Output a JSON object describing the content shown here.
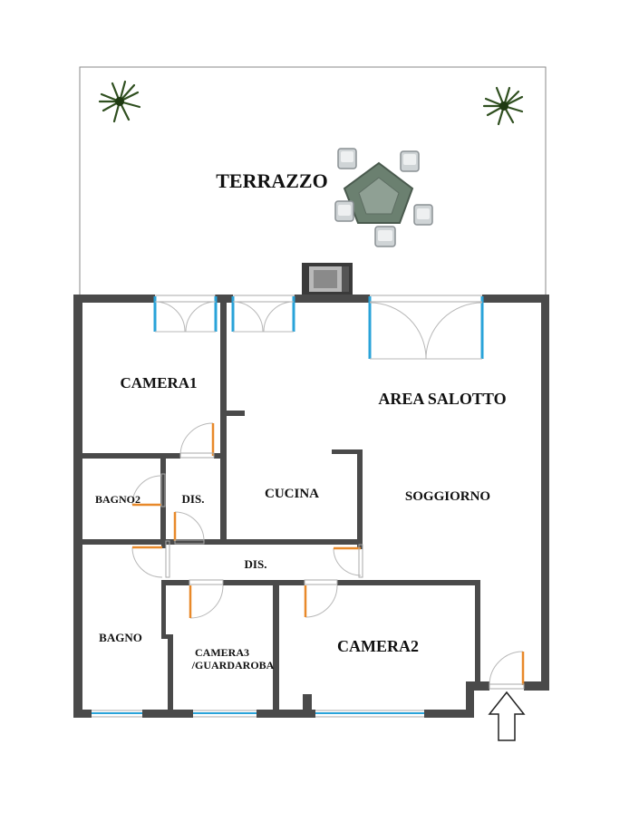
{
  "rooms": {
    "terrazzo": "TERRAZZO",
    "camera1": "CAMERA1",
    "area_salotto": "AREA SALOTTO",
    "cucina": "CUCINA",
    "soggiorno": "SOGGIORNO",
    "bagno2": "BAGNO2",
    "dis_upper": "DIS.",
    "dis_lower": "DIS.",
    "bagno": "BAGNO",
    "camera3_line1": "CAMERA3",
    "camera3_line2": "/GUARDAROBA",
    "camera2": "CAMERA2"
  },
  "colors": {
    "wall": "#4a4a4a",
    "window": "#29a3d9",
    "door": "#e8892a",
    "door_arc": "#b8b8b8",
    "terrace_line": "#888888"
  },
  "icons": {
    "plant": "palm-plant-icon",
    "table": "pentagon-table-icon",
    "chair": "chair-icon",
    "grill": "barbecue-grill-icon",
    "entrance": "entrance-arrow-icon"
  }
}
